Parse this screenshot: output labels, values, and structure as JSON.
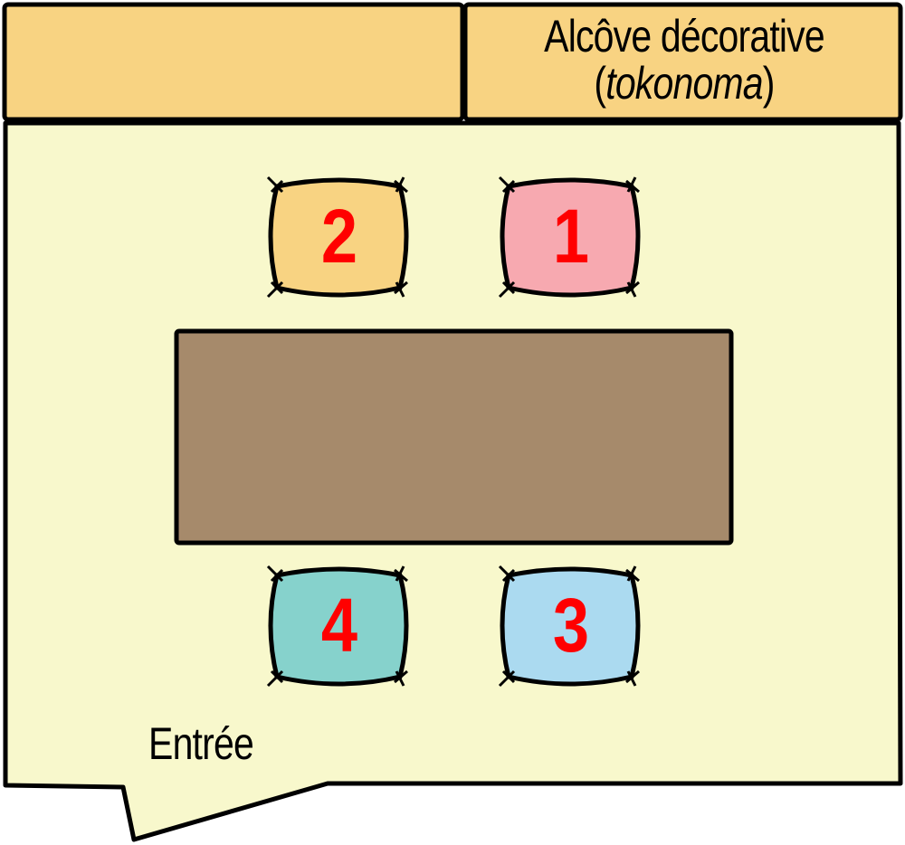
{
  "diagram": {
    "type": "floor-plan",
    "subject": "seating arrangement around a low table in a Japanese room",
    "alcove": {
      "label_line1": "Alcôve décorative",
      "label_paren_open": "(",
      "label_italic": "tokonoma",
      "label_paren_close": ")"
    },
    "entrance": {
      "label": "Entrée"
    },
    "table": {
      "label": ""
    },
    "cushions": [
      {
        "number": "1",
        "position": "top-right",
        "color": "#F7A9B0"
      },
      {
        "number": "2",
        "position": "top-left",
        "color": "#F8D382"
      },
      {
        "number": "3",
        "position": "bottom-right",
        "color": "#ABDAF0"
      },
      {
        "number": "4",
        "position": "bottom-left",
        "color": "#86D2CC"
      }
    ],
    "colors": {
      "room_floor": "#F8F8CC",
      "top_strip": "#F8D382",
      "table": "#A68A6B",
      "outline": "#000000",
      "numerals": "#FF0000"
    }
  }
}
